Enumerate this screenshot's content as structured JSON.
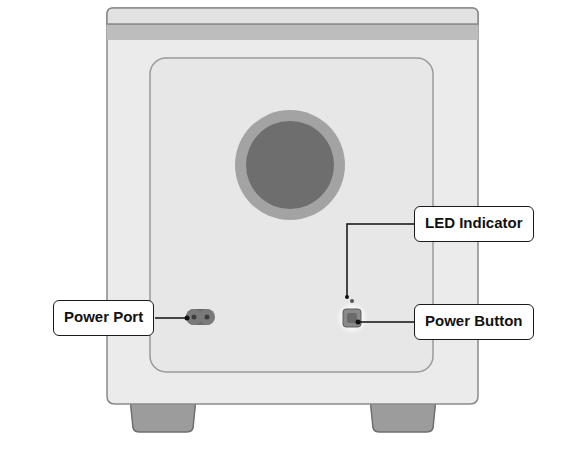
{
  "diagram": {
    "nodes": [
      {
        "text": [
          "LED Indicator"
        ]
      },
      {
        "text": [
          "Power Port"
        ]
      },
      {
        "text": [
          "Power Button"
        ]
      }
    ]
  }
}
